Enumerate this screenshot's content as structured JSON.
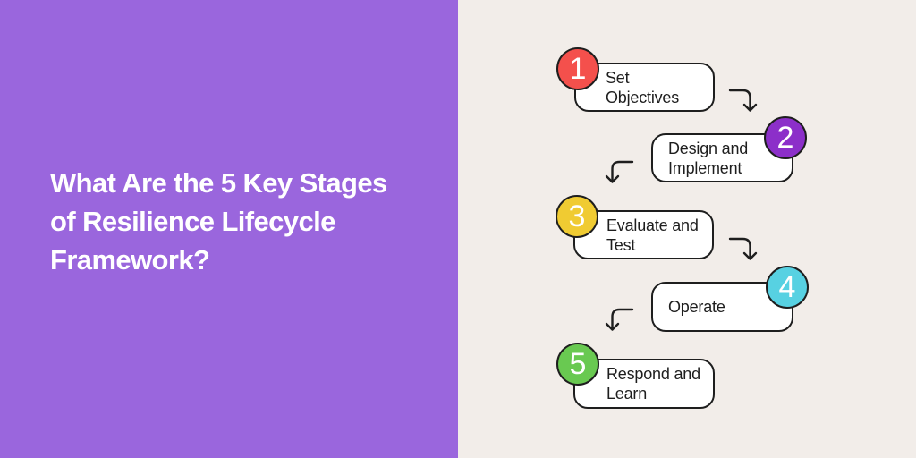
{
  "title_panel": {
    "background_color": "#9A66DD",
    "text_color": "#FFFFFF",
    "title": "What Are the 5 Key Stages of Resilience Lifecycle Framework?",
    "lines": [
      "What Are the 5 Key Stages",
      "of Resilience Lifecycle",
      "Framework?"
    ]
  },
  "diagram_panel": {
    "background_color": "#F2EDE9",
    "box_fill": "#FFFFFF",
    "outline_color": "#1E1E1E"
  },
  "stages": [
    {
      "number": "1",
      "label": "Set Objectives",
      "lines": [
        "Set",
        "Objectives"
      ],
      "circle_color": "#F4504C",
      "circle_side": "left"
    },
    {
      "number": "2",
      "label": "Design and Implement",
      "lines": [
        "Design and",
        "Implement"
      ],
      "circle_color": "#8C2FC9",
      "circle_side": "right"
    },
    {
      "number": "3",
      "label": "Evaluate and Test",
      "lines": [
        "Evaluate and",
        "Test"
      ],
      "circle_color": "#F0CB32",
      "circle_side": "left"
    },
    {
      "number": "4",
      "label": "Operate",
      "lines": [
        "Operate"
      ],
      "circle_color": "#57D1E2",
      "circle_side": "right"
    },
    {
      "number": "5",
      "label": "Respond and Learn",
      "lines": [
        "Respond and",
        "Learn"
      ],
      "circle_color": "#69C951",
      "circle_side": "left"
    }
  ],
  "connectors": [
    {
      "from": "1",
      "to": "2",
      "direction": "down-right"
    },
    {
      "from": "2",
      "to": "3",
      "direction": "down-left"
    },
    {
      "from": "3",
      "to": "4",
      "direction": "down-right"
    },
    {
      "from": "4",
      "to": "5",
      "direction": "down-left"
    }
  ]
}
